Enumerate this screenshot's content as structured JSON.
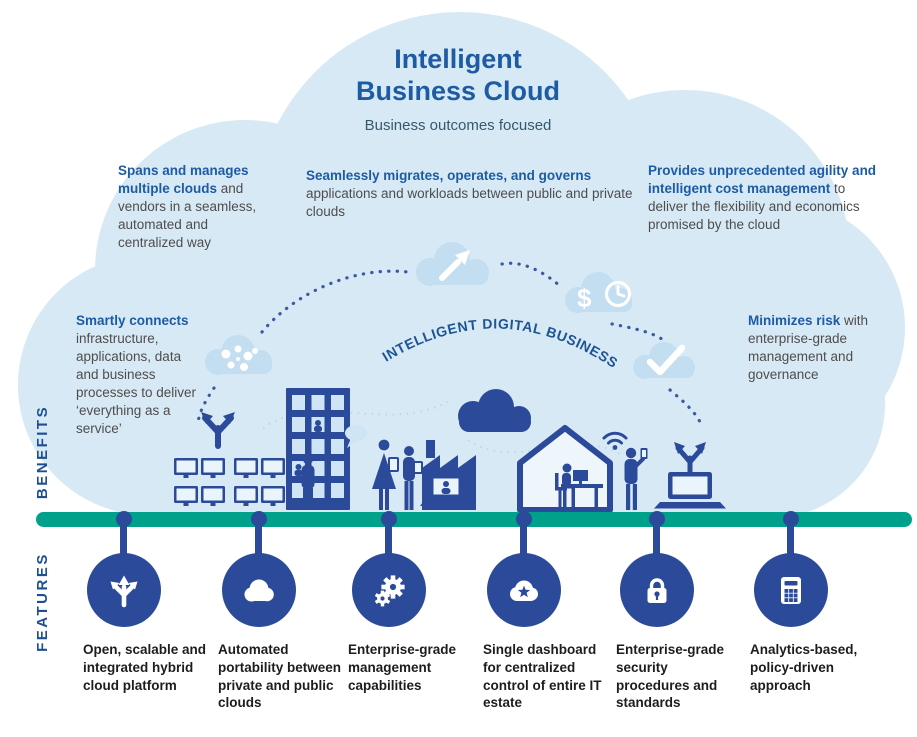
{
  "title": {
    "line1": "Intelligent",
    "line2": "Business Cloud",
    "subtitle": "Business outcomes focused"
  },
  "side_labels": {
    "benefits": "BENEFITS",
    "features": "FEATURES"
  },
  "arc_text": "INTELLIGENT DIGITAL BUSINESS",
  "benefits": [
    {
      "bold": "Spans and manages multiple clouds",
      "rest": " and vendors in a seamless, automated and centralized way"
    },
    {
      "bold": "Seamlessly migrates, operates, and governs",
      "rest": " applications and workloads between public and private clouds"
    },
    {
      "bold": "Provides unprecedented agility and intelligent cost management",
      "rest": " to deliver the flexibility and economics promised by the cloud"
    },
    {
      "bold": "Smartly connects",
      "rest": " infrastructure, applications, data and business processes to deliver ‘everything as a service’"
    },
    {
      "bold": "Minimizes risk",
      "rest": " with enterprise-grade management and governance"
    }
  ],
  "features": [
    {
      "label": "Open, scalable and integrated hybrid cloud platform",
      "icon": "branch-arrows-icon"
    },
    {
      "label": "Automated portability between private and public clouds",
      "icon": "cloud-icon"
    },
    {
      "label": "Enterprise-grade management capabilities",
      "icon": "gears-icon"
    },
    {
      "label": "Single dashboard for centralized control of entire IT estate",
      "icon": "cloud-star-icon"
    },
    {
      "label": "Enterprise-grade security procedures and standards",
      "icon": "padlock-icon"
    },
    {
      "label": "Analytics-based, policy-driven approach",
      "icon": "dashboard-grid-icon"
    }
  ],
  "badges": {
    "network": "network-nodes-icon",
    "launch": "launch-arrow-icon",
    "cost": "dollar-clock-icon",
    "cost_symbol": "$",
    "check": "checkmark-icon"
  },
  "colors": {
    "brand_blue": "#1d5ba3",
    "icon_blue": "#2b4a9a",
    "teal": "#00a18b",
    "cloud_light": "#d8e9f6",
    "cloud_mid": "#c3ddf1",
    "body_text": "#4d4d4d",
    "feature_text": "#1d1d1d"
  }
}
